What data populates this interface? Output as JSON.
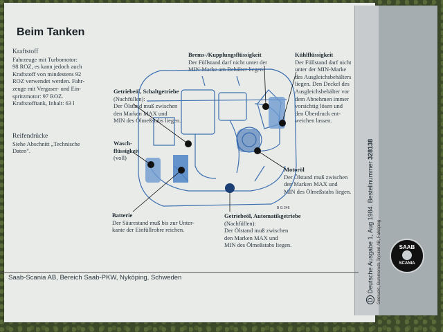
{
  "title": "Beim Tanken",
  "kraftstoff": {
    "heading": "Kraftstoff",
    "lines": [
      "Fahrzeuge mit Turbomotor:",
      "98 ROZ, es kann jedoch auch",
      "Kraftstoff von mindestens 92",
      "ROZ verwendet werden. Fahr-",
      "zeuge mit Vergaser- und Ein-",
      "spritzmotor: 97 ROZ.",
      "Kraftstofftank, Inhalt: 63 l"
    ]
  },
  "reifendruecke": {
    "heading": "Reifendrücke",
    "lines": [
      "Siehe Abschnitt „Technische",
      "Daten\"."
    ]
  },
  "bremsfluessigkeit": {
    "heading": "Brems-/Kupplungsflüssigkeit",
    "lines": [
      "Der Füllstand darf nicht unter der",
      "MIN-Marke am Behälter liegen."
    ]
  },
  "kuehlfluessigkeit": {
    "heading": "Kühlflüssigkeit",
    "lines": [
      "Der Füllstand darf nicht",
      "unter der MIN-Marke",
      "des Ausgleichsbehälters",
      "liegen. Den Deckel des",
      "Ausgleichsbehälter vor",
      "dem Abnehmen immer",
      "vorsichtig lösen und",
      "den Überdruck ent-",
      "weichen lassen."
    ]
  },
  "getriebeoel_schalt": {
    "heading": "Getriebeöl, Schaltgetriebe",
    "sub": "(Nachfüllen):",
    "lines": [
      "Der Ölstand muß zwischen",
      "den Marken MAX und",
      "MIN des Ölmeßstabs liegen."
    ]
  },
  "waschfluessigkeit": {
    "heading1": "Wasch-",
    "heading2": "flüssigkeit",
    "sub": "(voll)"
  },
  "motoroel": {
    "heading": "Motoröl",
    "lines": [
      "Der Ölstand muß zwischen",
      "den Marken MAX und",
      "MIN des Ölmeßstabs liegen."
    ]
  },
  "batterie": {
    "heading": "Batterie",
    "lines": [
      "Der Säurestand muß bis zur Unter-",
      "kante der Einfüllrohre reichen."
    ]
  },
  "getriebeoel_auto": {
    "heading": "Getriebeöl, Automatikgetriebe",
    "sub": "(Nachfüllen):",
    "lines": [
      "Der Ölstand muß zwischen",
      "den Marken MAX und",
      "MIN des Ölmeßstabs liegen."
    ]
  },
  "diagram_code": "B G 246",
  "footer": "Saab-Scania AB, Bereich Saab-PKW, Nyköping, Schweden",
  "spine": {
    "text": "Deutsche Ausgabe 1, Aug 1984. Bestellnummer",
    "number": "328138",
    "d_mark": "D",
    "small": "Gedruckt, Gummeruds Tryckeri AB, Falköping"
  },
  "logo": {
    "top": "SAAB",
    "bottom": "SCANIA"
  },
  "colors": {
    "page": "#e9ebe8",
    "ink": "#1e2a32",
    "engine_blue": "#3d6fb0",
    "cover": "#a6adb1"
  }
}
